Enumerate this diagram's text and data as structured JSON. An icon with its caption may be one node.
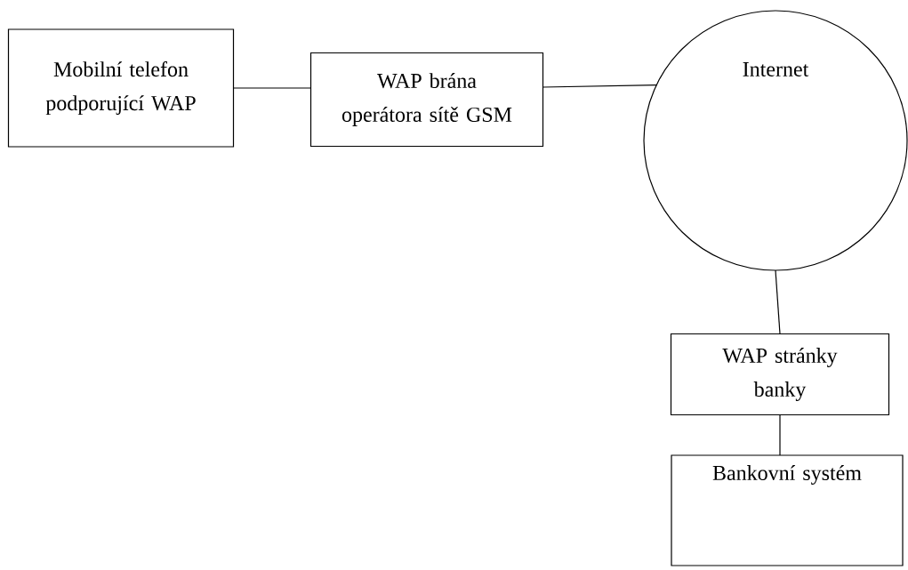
{
  "diagram": {
    "nodes": [
      {
        "text": [
          "Mobilní telefon podporující WAP"
        ]
      },
      {
        "text": [
          "WAP brána operátora sítě GSM"
        ]
      },
      {
        "text": [
          "Internet"
        ]
      },
      {
        "text": [
          "WAP stránky banky"
        ]
      },
      {
        "text": [
          "Bankovní systém"
        ]
      }
    ],
    "edges": [
      {
        "from": 0,
        "to": 1,
        "arrow": "none"
      },
      {
        "from": 1,
        "to": 2,
        "arrow": "none"
      },
      {
        "from": 2,
        "to": 3,
        "arrow": "none"
      },
      {
        "from": 3,
        "to": 4,
        "arrow": "none"
      }
    ]
  }
}
